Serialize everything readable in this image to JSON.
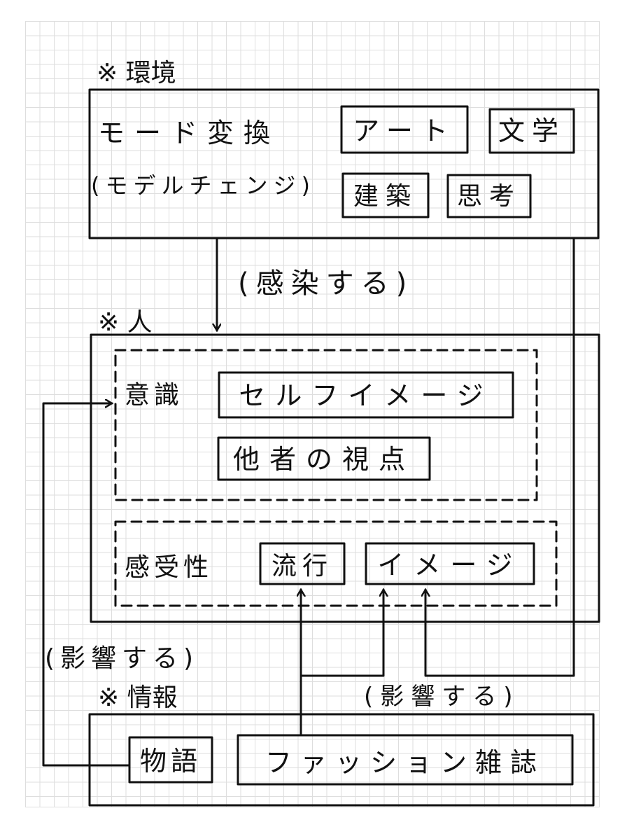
{
  "sections": {
    "environment": {
      "title": "※ 環境",
      "mode_line1": "モード変換",
      "mode_line2": "(モデルチェンジ)",
      "items": [
        "アート",
        "文学",
        "建築",
        "思考"
      ]
    },
    "person": {
      "title": "※ 人",
      "consciousness": {
        "label": "意識",
        "items": [
          "セルフイメージ",
          "他者の視点"
        ]
      },
      "sensitivity": {
        "label": "感受性",
        "items": [
          "流行",
          "イメージ"
        ]
      }
    },
    "information": {
      "title": "※ 情報",
      "items": [
        "物語",
        "ファッション雑誌"
      ]
    }
  },
  "arrows": {
    "infect": "(感染する)",
    "influence_left": "(影響する)",
    "influence_right": "(影響する)"
  },
  "colors": {
    "ink": "#111111",
    "grid": "#dedede",
    "paper": "#ffffff"
  }
}
